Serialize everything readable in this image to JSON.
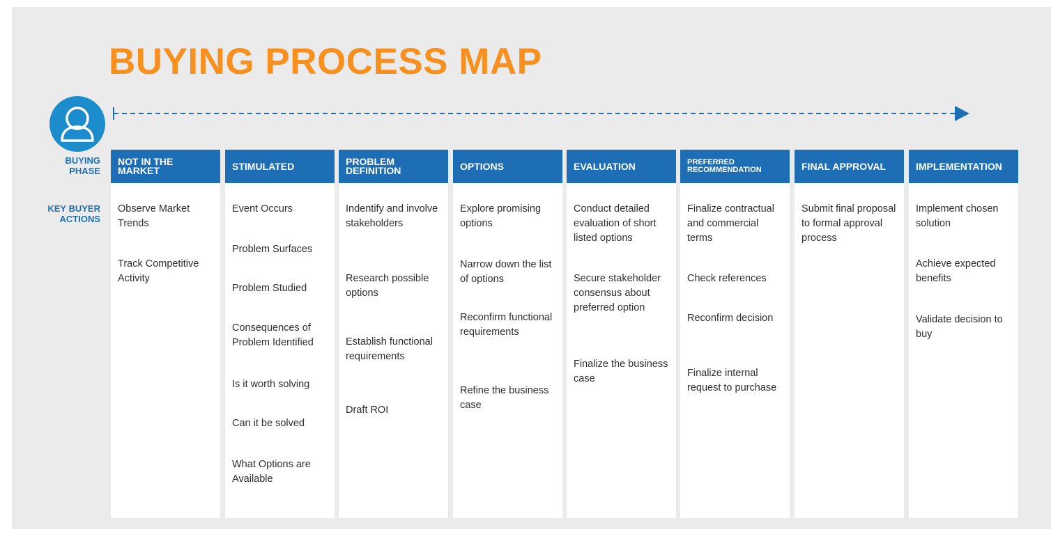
{
  "title": "BUYING PROCESS MAP",
  "row_labels": {
    "phase": "BUYING PHASE",
    "actions": "KEY BUYER ACTIONS"
  },
  "colors": {
    "title": "#f7901e",
    "header": "#1d6eb4",
    "accent": "#1d8ccd",
    "background": "#ebebeb"
  },
  "icons": {
    "buyer": "user-icon",
    "timeline": "dashed-arrow-icon"
  },
  "phases": [
    {
      "name": "NOT IN THE MARKET",
      "actions": [
        "Observe Market Trends",
        "Track Competitive Activity"
      ]
    },
    {
      "name": "STIMULATED",
      "actions": [
        "Event Occurs",
        "Problem Surfaces",
        "Problem Studied",
        "Consequences of Problem Identified",
        "Is it worth solving",
        "Can it be solved",
        "What Options are Available"
      ]
    },
    {
      "name": "PROBLEM DEFINITION",
      "actions": [
        "Indentify and involve stakeholders",
        "Research possible options",
        "Establish functional requirements",
        "Draft ROI"
      ]
    },
    {
      "name": "OPTIONS",
      "actions": [
        "Explore promising options",
        "Narrow down the list of options",
        "Reconfirm functional requirements",
        "Refine the business case"
      ]
    },
    {
      "name": "EVALUATION",
      "actions": [
        "Conduct detailed evaluation of short listed options",
        "Secure stakeholder consensus about preferred option",
        "Finalize the business case"
      ]
    },
    {
      "name": "PREFERRED RECOMMENDATION",
      "actions": [
        "Finalize contractual and commercial terms",
        "Check references",
        "Reconfirm decision",
        "Finalize internal request to purchase"
      ]
    },
    {
      "name": "FINAL APPROVAL",
      "actions": [
        "Submit final proposal to formal approval process"
      ]
    },
    {
      "name": "IMPLEMENTATION",
      "actions": [
        "Implement chosen solution",
        "Achieve expected benefits",
        "Validate decision to buy"
      ]
    }
  ]
}
